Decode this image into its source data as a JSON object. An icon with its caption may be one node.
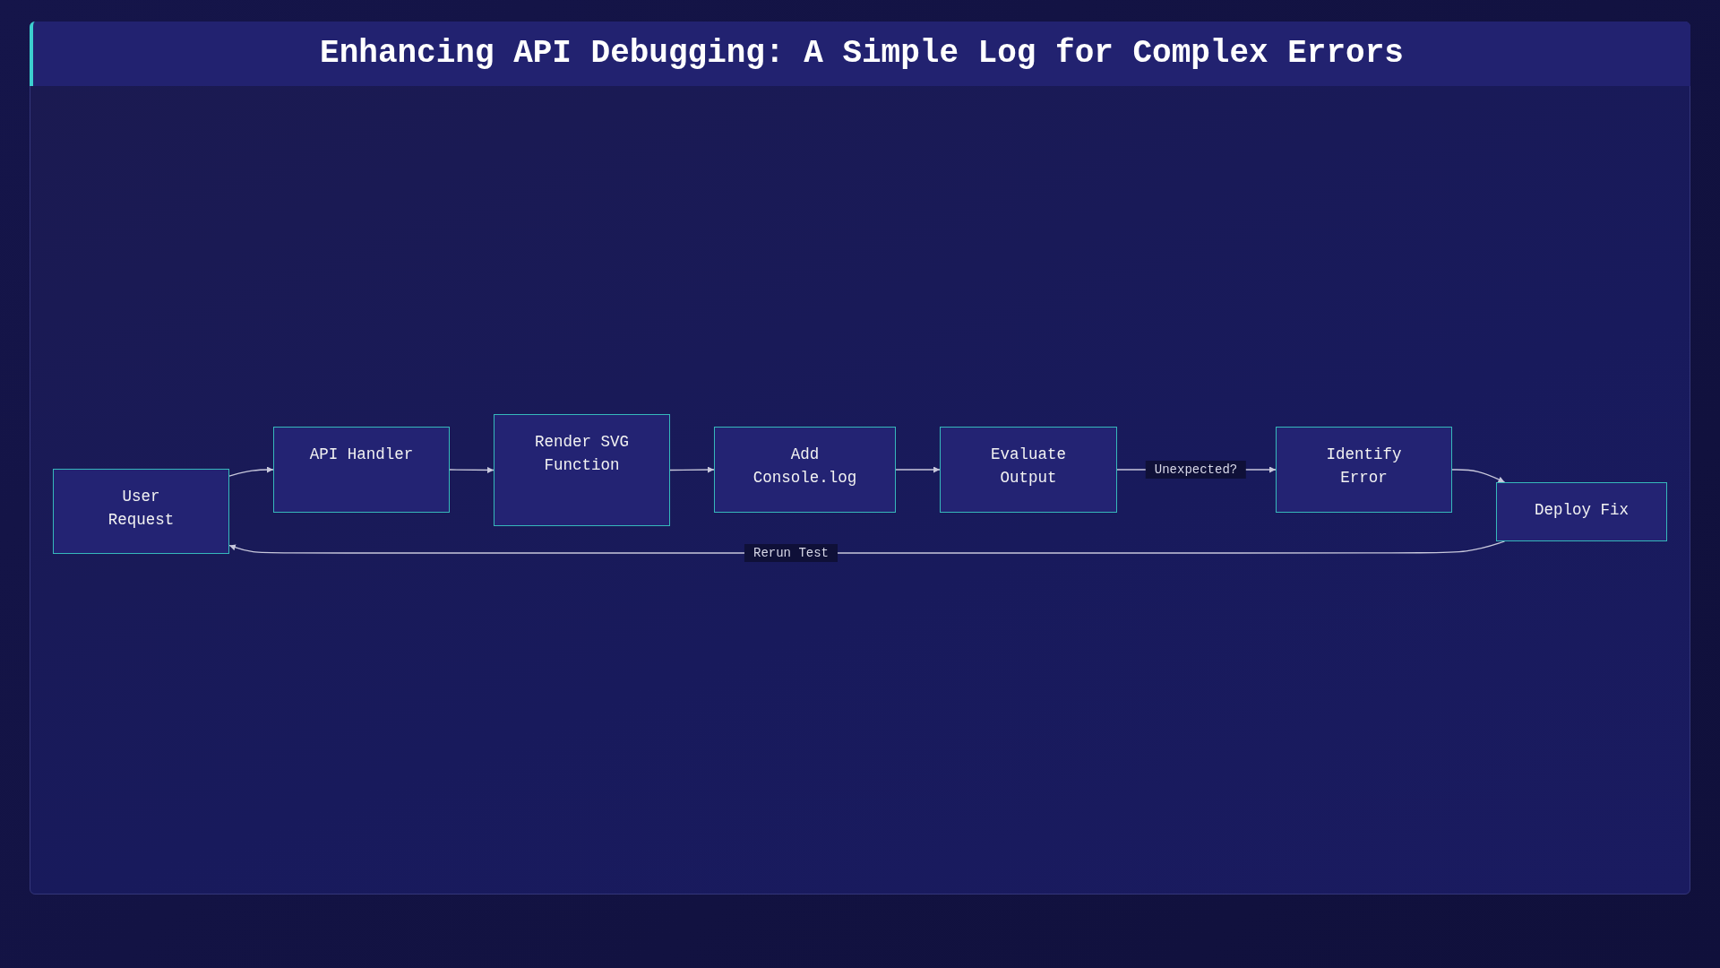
{
  "diagram": {
    "title": "Enhancing API Debugging: A Simple Log for Complex Errors",
    "nodes": [
      {
        "text": [
          "User Request"
        ]
      },
      {
        "text": [
          "API Handler"
        ]
      },
      {
        "text": [
          "Render SVG Function"
        ]
      },
      {
        "text": [
          "Add Console.log"
        ]
      },
      {
        "text": [
          "Evaluate Output"
        ]
      },
      {
        "text": [
          "Identify Error"
        ]
      },
      {
        "text": [
          "Deploy Fix"
        ]
      }
    ],
    "edges": [
      {
        "from": 0,
        "to": 1,
        "arrow": "to"
      },
      {
        "from": 1,
        "to": 2,
        "arrow": "to"
      },
      {
        "from": 2,
        "to": 3,
        "arrow": "to"
      },
      {
        "from": 3,
        "to": 4,
        "arrow": "to"
      },
      {
        "from": 4,
        "to": 5,
        "arrow": "to",
        "label": "Unexpected?"
      },
      {
        "from": 5,
        "to": 6,
        "arrow": "to"
      },
      {
        "from": 6,
        "to": 0,
        "arrow": "to",
        "label": "Rerun Test"
      }
    ]
  }
}
